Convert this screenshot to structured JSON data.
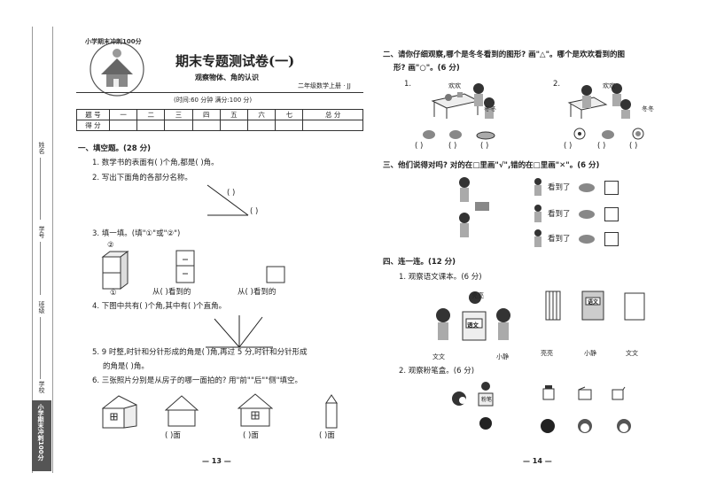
{
  "left_page": {
    "series_logo": "小学期末冲刺100分",
    "title": "期末专题测试卷(一)",
    "subtitle": "观察物体、角的认识",
    "grade_label": "二年级数学上册 · JJ",
    "time_score": "(时间:60 分钟    满分:100 分)",
    "table": {
      "row1_label": "题 号",
      "headers": [
        "一",
        "二",
        "三",
        "四",
        "五",
        "六",
        "七",
        "总 分"
      ],
      "row2_label": "得 分"
    },
    "side_labels": [
      "姓名",
      "学号",
      "班级",
      "学校"
    ],
    "bottom_logo": "小学期末冲刺100分",
    "section1": "一、填空题。(28 分)",
    "q1": "1. 数学书的表面有(    )个角,都是(    )角。",
    "q2": "2. 写出下面角的各部分名称。",
    "q2_blanks": [
      "(    )",
      "(    )"
    ],
    "q3": "3. 填一填。(填\"①\"或\"②\")",
    "q3_markers": [
      "②",
      "①"
    ],
    "q3_from": [
      "从(    )看到的",
      "从(    )看到的"
    ],
    "q4": "4. 下图中共有(    )个角,其中有(    )个直角。",
    "q5_line1": "5. 9 时整,时针和分针形成的角是(    )角,再过 5 分,时针和分针形成",
    "q5_line2": "的角是(    )角。",
    "q6": "6. 三张照片分别是从房子的哪一面拍的? 用\"前\"\"后\"\"侧\"填空。",
    "q6_blanks": [
      "(    )面",
      "(    )面",
      "(    )面"
    ],
    "page_number": "— 13 —"
  },
  "right_page": {
    "section2_line1": "二、请你仔细观察,哪个是冬冬看到的图形? 画\"△\"。哪个是欢欢看到的图",
    "section2_line2": "形? 画\"○\"。(6 分)",
    "s2_items": [
      "1.",
      "2."
    ],
    "s2_names": [
      "欢欢",
      "冬冬",
      "欢欢",
      "冬冬"
    ],
    "s2_blanks": [
      "(    )",
      "(    )",
      "(    )",
      "(    )",
      "(    )",
      "(    )"
    ],
    "section3": "三、他们说得对吗? 对的在□里画\"√\",错的在□里画\"✕\"。(6 分)",
    "s3_saw": [
      "看到了",
      "看到了",
      "看到了"
    ],
    "section4": "四、连一连。(12 分)",
    "s4_q1": "1. 观察语文课本。(6 分)",
    "s4_q1_names": [
      "亮亮",
      "文文",
      "小静"
    ],
    "s4_q1_book": "语文",
    "s4_q1_labels": [
      "亮亮",
      "小静",
      "文文"
    ],
    "s4_q2": "2. 观察粉笔盒。(6 分)",
    "s4_q2_box": "粉笔",
    "page_number": "— 14 —"
  }
}
